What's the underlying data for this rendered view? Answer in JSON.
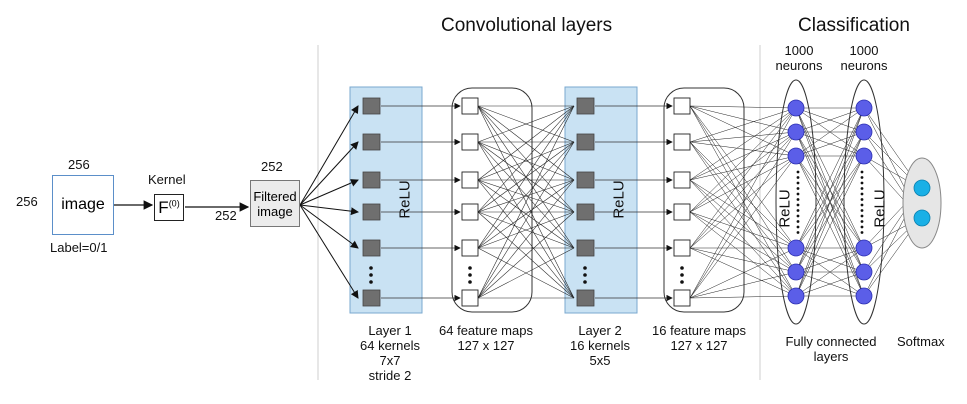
{
  "titles": {
    "conv": "Convolutional layers",
    "classification": "Classification"
  },
  "input": {
    "width_label": "256",
    "height_label": "256",
    "box_label": "image",
    "sub_label": "Label=0/1"
  },
  "kernel": {
    "title": "Kernel",
    "symbol": "F",
    "superscript": "(0)"
  },
  "filtered": {
    "box_label": "Filtered image",
    "width_label": "252",
    "height_label": "252"
  },
  "layer1": {
    "activation": "ReLU",
    "caption": [
      "Layer 1",
      "64 kernels",
      "7x7",
      "stride 2"
    ]
  },
  "fmaps1": {
    "caption": [
      "64 feature maps",
      "127 x 127"
    ]
  },
  "layer2": {
    "activation": "ReLU",
    "caption": [
      "Layer 2",
      "16 kernels",
      "5x5"
    ]
  },
  "fmaps2": {
    "caption": [
      "16 feature maps",
      "127 x 127"
    ]
  },
  "fc": {
    "col1_header": [
      "1000",
      "neurons"
    ],
    "col2_header": [
      "1000",
      "neurons"
    ],
    "col1_activation": "ReLU",
    "col2_activation": "ReLU",
    "caption": [
      "Fully connected",
      "layers"
    ]
  },
  "softmax": {
    "caption": "Softmax"
  },
  "colors": {
    "layer_fill": "#c9e2f3",
    "layer_stroke": "#7aa8cf",
    "neuron_fill": "#5b5ee8",
    "softmax_fill": "#1ab0e6",
    "node_gray": "#6f6f6f"
  }
}
